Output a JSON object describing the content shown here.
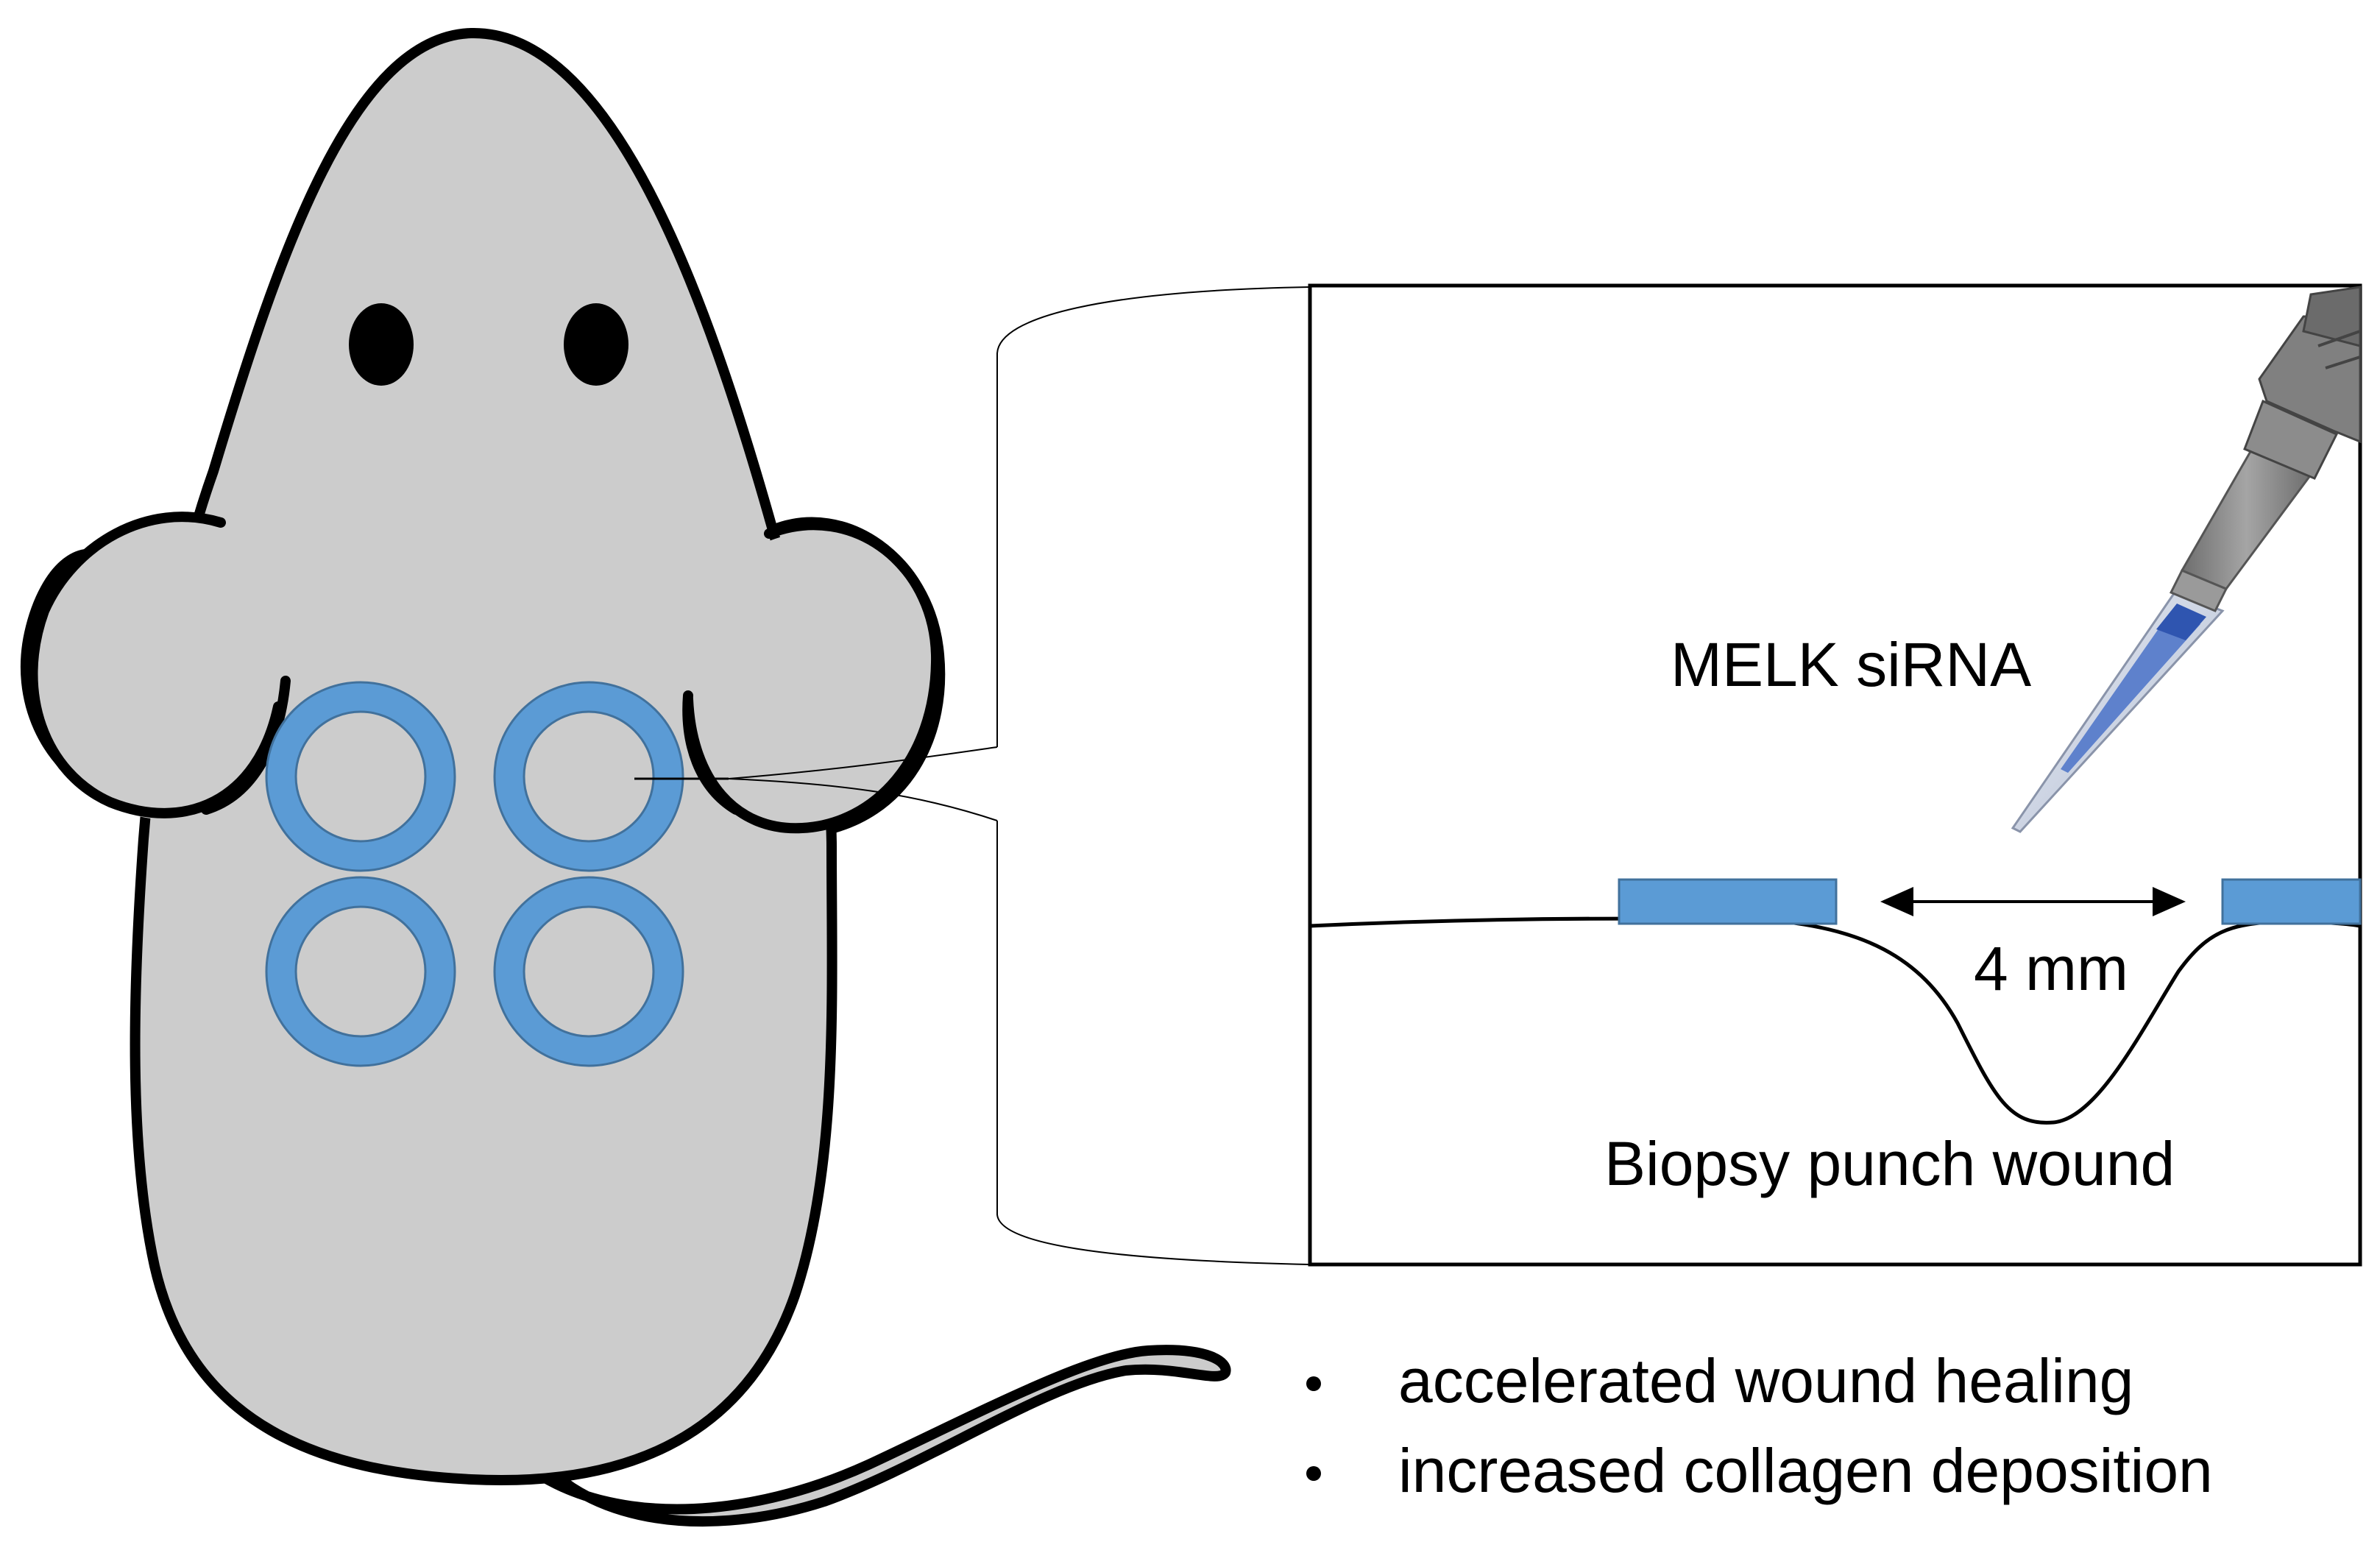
{
  "labels": {
    "treatment": "MELK siRNA",
    "wound_size": "4 mm",
    "wound_type": "Biopsy punch wound"
  },
  "outcomes": [
    "accelerated wound healing",
    "increased collagen deposition"
  ],
  "colors": {
    "mouse_body": "#cccccc",
    "outline": "#000000",
    "wound_ring": "#5b9bd5",
    "pipette_gray": "#808080",
    "pipette_tip": "#b0b8c8",
    "siRNA_liquid": "#4a72c8",
    "background": "#ffffff"
  },
  "wound_count": 4,
  "icons": [
    "mouse-illustration",
    "pipette-icon"
  ]
}
